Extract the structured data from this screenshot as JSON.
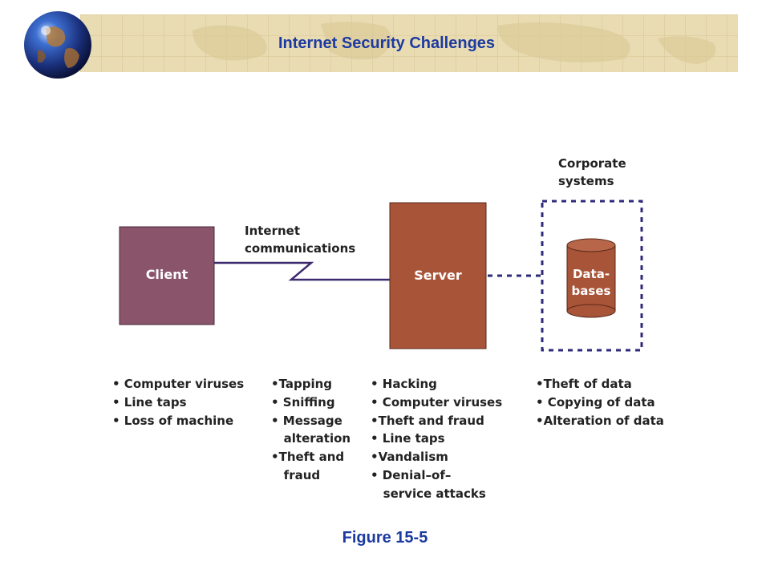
{
  "header": {
    "title": "Internet Security Challenges"
  },
  "diagram": {
    "client_label": "Client",
    "server_label": "Server",
    "database_label_lines": [
      "Data-",
      "bases"
    ],
    "internet_label_lines": [
      "Internet",
      "communications"
    ],
    "corporate_label_lines": [
      "Corporate",
      "systems"
    ],
    "colors": {
      "client": "#8a546b",
      "server": "#a85438",
      "link": "#3d2a6e",
      "dotted": "#2d2a7a",
      "title_blue": "#1c3aa1"
    }
  },
  "threats": {
    "client": [
      "• Computer viruses",
      "• Line taps",
      "• Loss of machine"
    ],
    "internet": [
      "•Tapping",
      "• Sniffing",
      "• Message",
      "   alteration",
      "•Theft and",
      "   fraud"
    ],
    "server": [
      "• Hacking",
      "• Computer viruses",
      "•Theft and fraud",
      "• Line taps",
      "•Vandalism",
      "• Denial–of–",
      "   service attacks"
    ],
    "corporate": [
      "•Theft of data",
      "• Copying of data",
      "•Alteration of data"
    ]
  },
  "caption": "Figure 15-5"
}
